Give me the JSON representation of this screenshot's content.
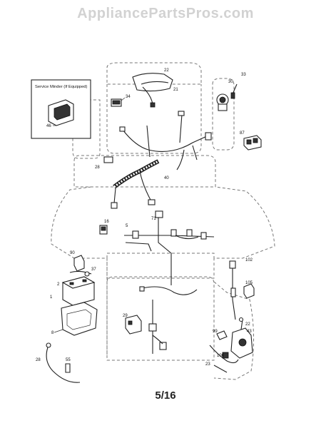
{
  "watermark": "AppliancePartsPros.com",
  "inset": {
    "title": "Service Minder (If Equipped)",
    "part": "46"
  },
  "callouts": {
    "c22": "22",
    "c21": "21",
    "c34": "34",
    "c30": "30",
    "c33": "33",
    "c87": "87",
    "c28": "28",
    "c40": "40",
    "c16": "16",
    "c71": "71",
    "c5": "5",
    "c90": "90",
    "c37": "37",
    "c2": "2",
    "c1": "1",
    "c8": "8",
    "c29": "29",
    "c55": "55",
    "c102": "102",
    "c105": "105",
    "c22b": "22",
    "c43": "43",
    "c99": "99",
    "c106": "106",
    "c23": "23"
  },
  "page_number": "5/16"
}
